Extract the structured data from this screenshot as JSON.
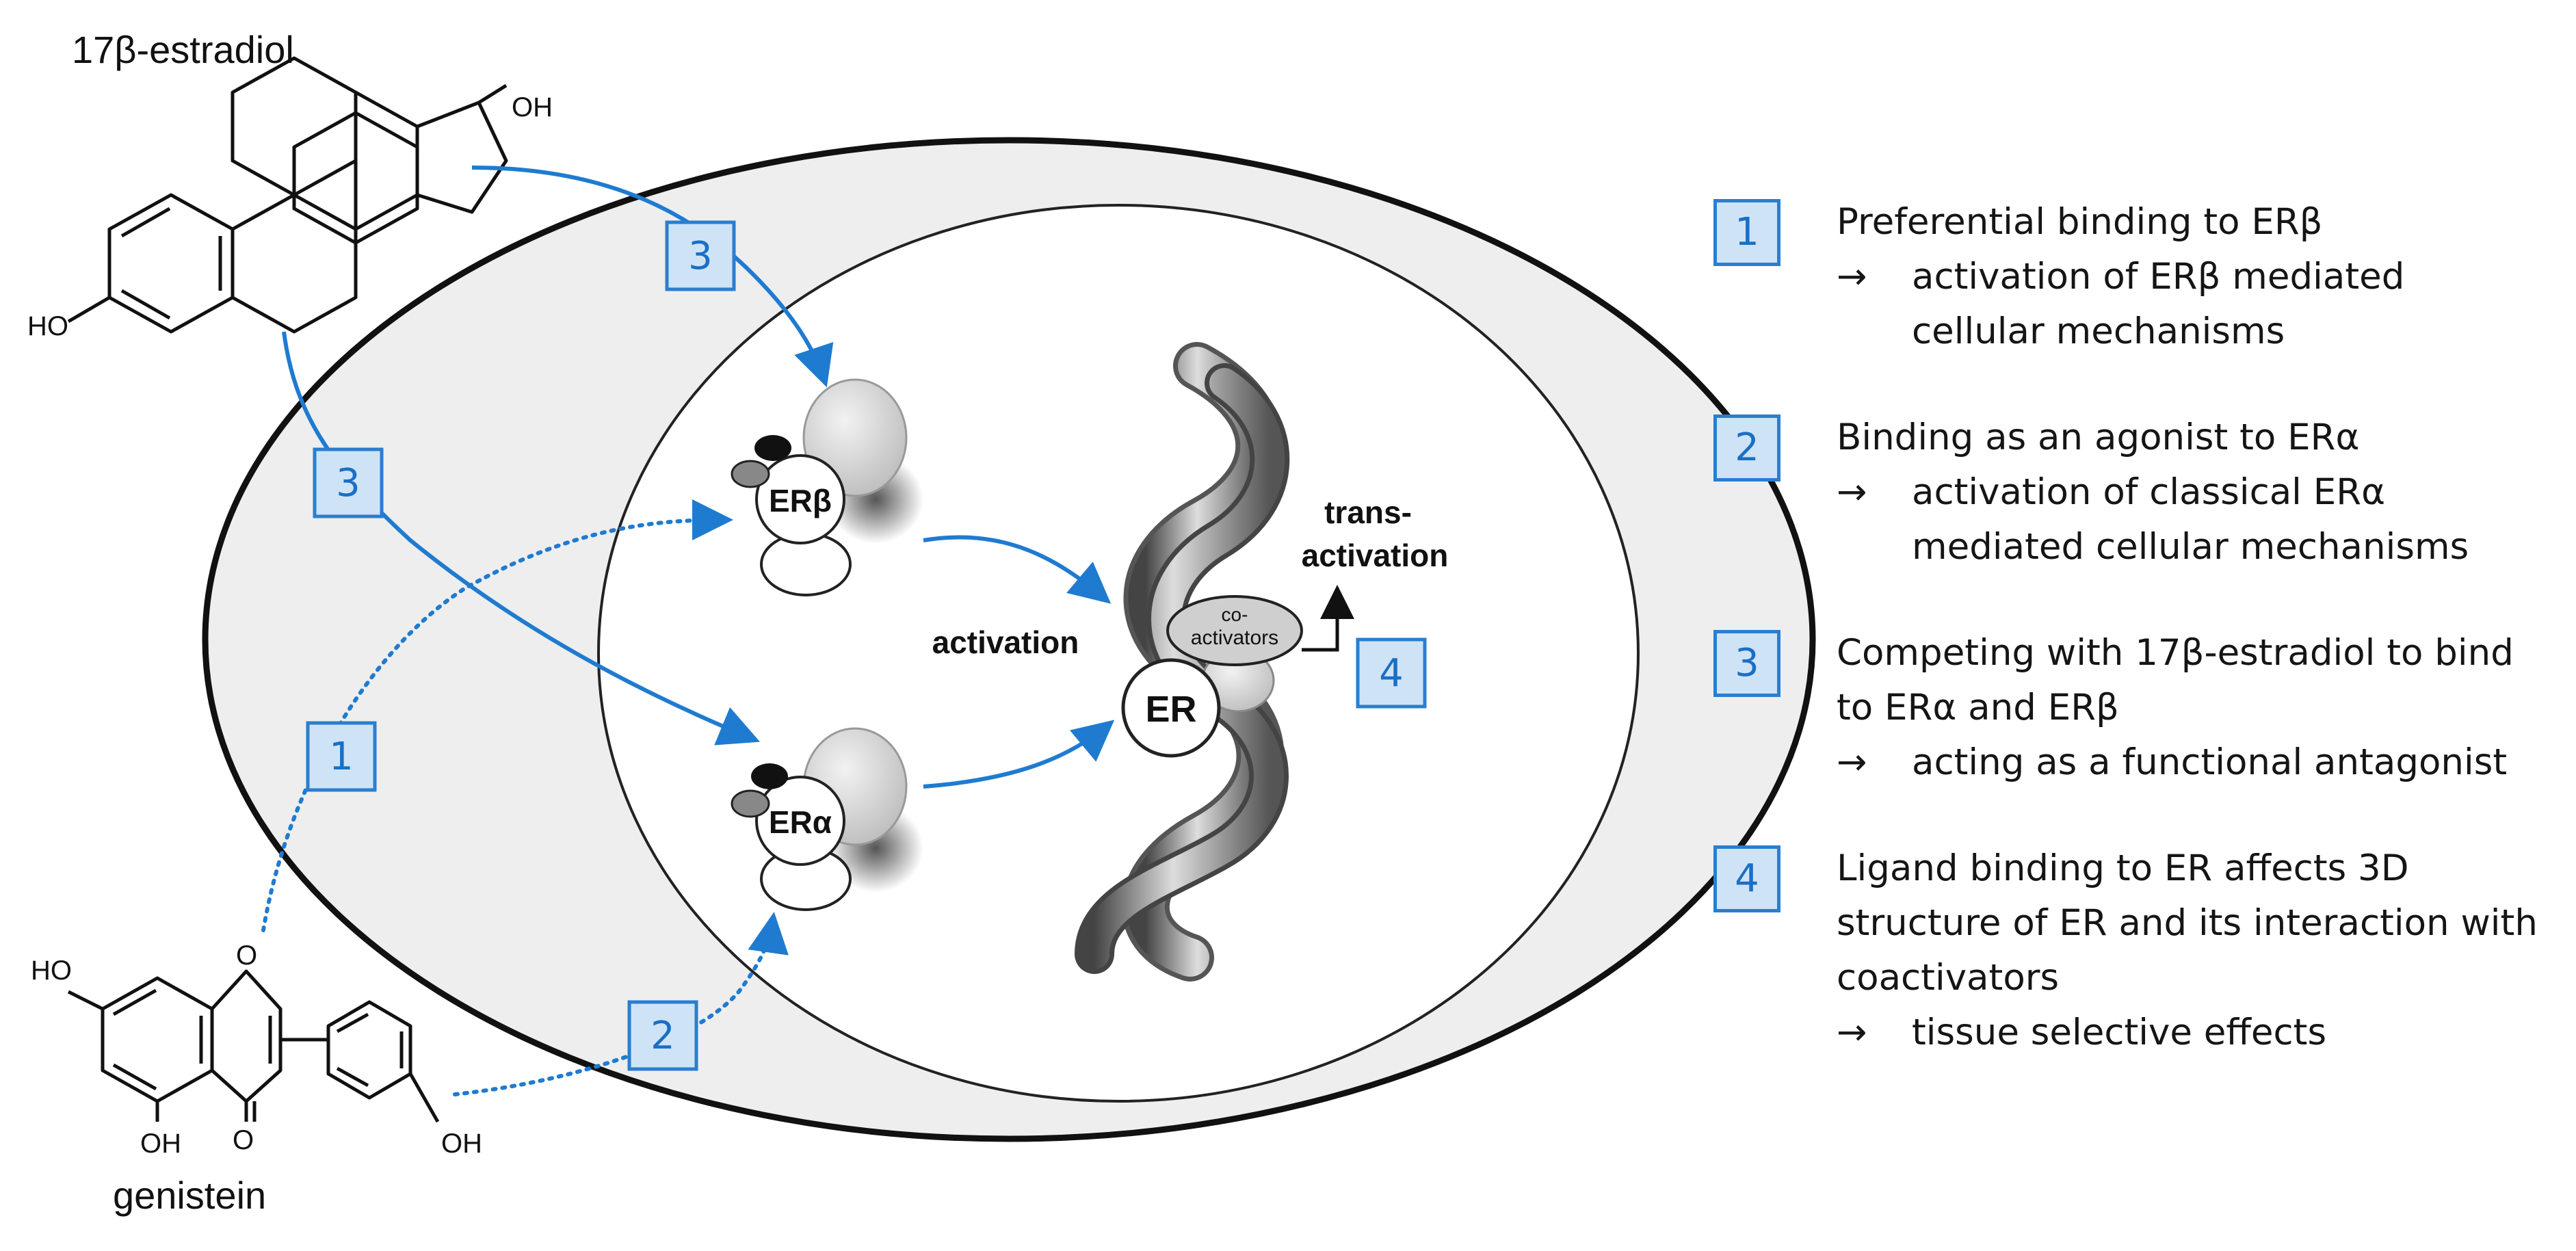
{
  "molecules": {
    "estradiol": {
      "name": "17β-estradiol",
      "atom_labels": {
        "oh_top": "OH",
        "ho_left": "HO"
      }
    },
    "genistein": {
      "name": "genistein",
      "atom_labels": {
        "ho_left": "HO",
        "ring_o": "O",
        "oh_bottom": "OH",
        "carbonyl_o": "O",
        "oh_right": "OH"
      }
    }
  },
  "diagram": {
    "receptors": {
      "er_beta": "ERβ",
      "er_alpha": "ERα",
      "er": "ER"
    },
    "labels": {
      "activation": "activation",
      "transactivation_line1": "trans-",
      "transactivation_line2": "activation",
      "coactivators_line1": "co-",
      "coactivators_line2": "activators"
    },
    "markers": {
      "m3_top": "3",
      "m3_left": "3",
      "m1": "1",
      "m2": "2",
      "m4": "4"
    }
  },
  "legend": {
    "items": [
      {
        "number": "1",
        "lines": [
          "Preferential binding to ERβ",
          "activation of  ERβ mediated",
          "cellular mechanisms"
        ]
      },
      {
        "number": "2",
        "lines": [
          "Binding as an agonist to ERα",
          "activation of classical ERα",
          "mediated cellular mechanisms"
        ]
      },
      {
        "number": "3",
        "lines": [
          "Competing with 17β-estradiol to bind",
          "to ERα and ERβ",
          "acting as a functional antagonist"
        ]
      },
      {
        "number": "4",
        "lines": [
          "Ligand binding to ER affects 3D",
          "structure of ER and its interaction with",
          "coactivators",
          "tissue selective effects"
        ]
      }
    ],
    "arrow_symbol": "→"
  },
  "colors": {
    "accent_blue": "#1f7bd0",
    "marker_fill": "#cfe3f7",
    "cell_fill": "#eeeeee",
    "nucleus_fill": "#ffffff"
  }
}
